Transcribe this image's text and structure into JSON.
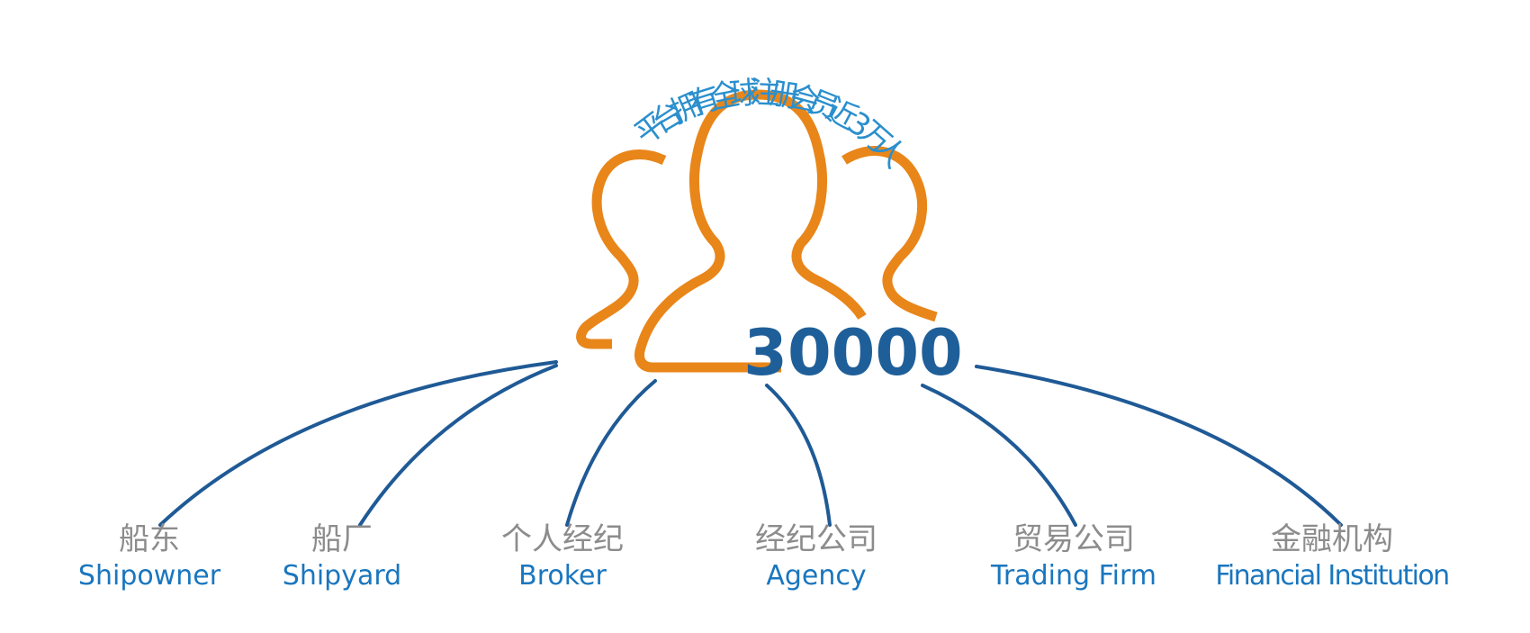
{
  "headline": {
    "chars": [
      "平",
      "台",
      "拥",
      "有",
      "全",
      "球",
      "注",
      "册",
      "会",
      "员",
      "近",
      "3",
      "万",
      "人"
    ]
  },
  "count": "30000",
  "categories": [
    {
      "zh": "船东",
      "en": "Shipowner"
    },
    {
      "zh": "船厂",
      "en": "Shipyard"
    },
    {
      "zh": "个人经纪",
      "en": "Broker"
    },
    {
      "zh": "经纪公司",
      "en": "Agency"
    },
    {
      "zh": "贸易公司",
      "en": "Trading Firm"
    },
    {
      "zh": "金融机构",
      "en": "Financial Institution"
    }
  ],
  "colors": {
    "icon": "#e8861a",
    "count": "#1f5f99",
    "lines": "#1f5a96",
    "headline": "#2b8fcd",
    "label_zh": "#8c8c8c",
    "label_en": "#1a76be"
  },
  "icon_name": "user-group-icon"
}
